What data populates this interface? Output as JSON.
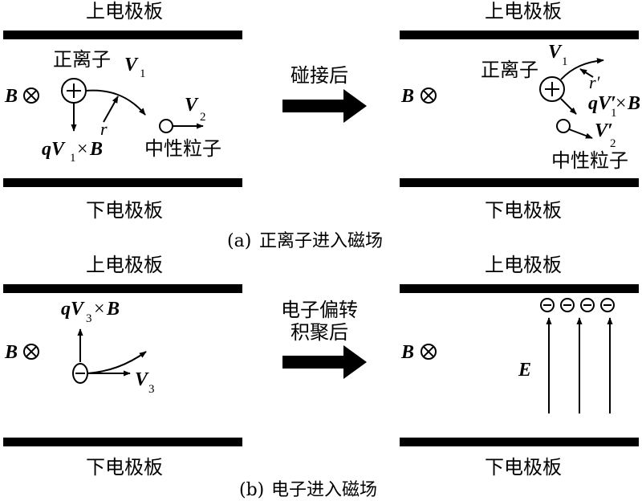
{
  "labels": {
    "top_plate": "上电极板",
    "bottom_plate": "下电极板",
    "positive_ion": "正离子",
    "neutral_particle": "中性粒子",
    "after_collision": "碰接后",
    "electron_deflect_line1": "电子偏转",
    "electron_deflect_line2": "积聚后",
    "caption_a_prefix": "(a)",
    "caption_a": "正离子进入磁场",
    "caption_b_prefix": "(b)",
    "caption_b": "电子进入磁场"
  },
  "symbols": {
    "B": "B",
    "otimes": "⊗",
    "V": "V",
    "V_prime": "V′",
    "sub_1": "1",
    "sub_2": "2",
    "sub_3": "3",
    "r": "r",
    "r_prime": "r′",
    "q": "q",
    "times": "×",
    "E": "E",
    "plus": "+",
    "minus": "−"
  },
  "colors": {
    "ink": "#000000",
    "background": "#ffffff"
  },
  "icons": {
    "field_into_page": "circled-times-icon",
    "transition": "right-arrow-icon"
  }
}
